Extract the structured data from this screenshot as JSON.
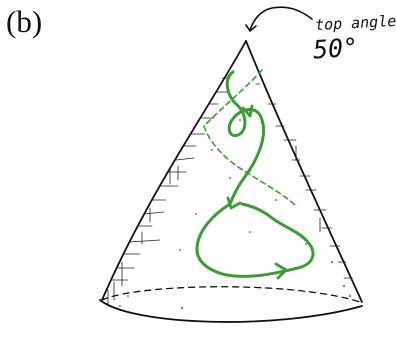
{
  "figure": {
    "panel_label": "(b)",
    "annotation_label": "top angle",
    "annotation_value": "50°"
  },
  "colors": {
    "trajectory": "#3c9a37",
    "outline": "#111111"
  },
  "icons": {
    "pointer": "curved-arrow-icon",
    "direction": "arrowhead-icon"
  }
}
